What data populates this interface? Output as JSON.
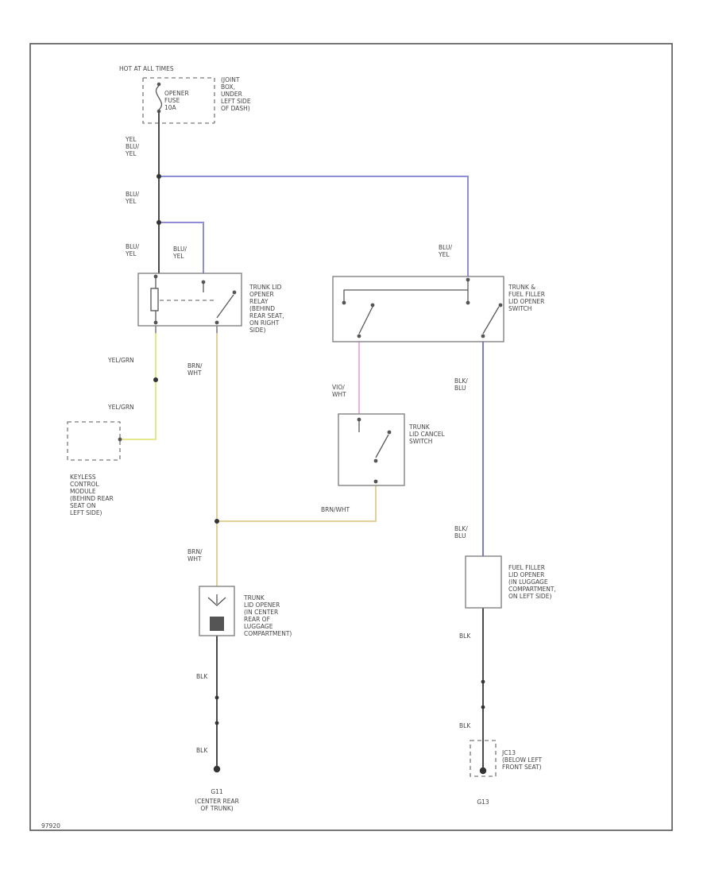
{
  "diagram_id": "97920",
  "colors": {
    "frame": "#555555",
    "wire_black": "#4a4a4a",
    "wire_blu_yel": "#8e8ed8",
    "wire_yel_grn": "#e6e68a",
    "wire_brn_wht": "#e2cf9c",
    "wire_vio_wht": "#ebb0e8",
    "wire_blk_blu": "#7b7bcf"
  },
  "power": {
    "label": "HOT AT ALL TIMES",
    "fuse": "OPENER\nFUSE\n10A",
    "fuse_location": "(JOINT\nBOX,\nUNDER\nLEFT SIDE\nOF DASH)"
  },
  "wires": {
    "top1": "YEL\nBLU/\nYEL",
    "top2": "BLU/\nYEL",
    "left3": "BLU/\nYEL",
    "relay_in": "BLU/\nYEL",
    "right_top": "BLU/\nYEL",
    "yel_grn1": "YEL/GRN",
    "yel_grn2": "YEL/GRN",
    "brn_wht1": "BRN/\nWHT",
    "vio_wht": "VIO/\nWHT",
    "blk_blu1": "BLK/\nBLU",
    "brn_wht_h": "BRN/WHT",
    "blk_blu2": "BLK/\nBLU",
    "brn_wht2": "BRN/\nWHT",
    "blk_left1": "BLK",
    "blk_left2": "BLK",
    "blk_right1": "BLK",
    "blk_right2": "BLK"
  },
  "components": {
    "relay": "TRUNK LID\nOPENER\nRELAY\n(BEHIND\nREAR SEAT,\nON RIGHT\nSIDE)",
    "opener_switch": "TRUNK &\nFUEL FILLER\nLID OPENER\nSWITCH",
    "keyless": "KEYLESS\nCONTROL\nMODULE\n(BEHIND REAR\nSEAT ON\nLEFT SIDE)",
    "cancel_switch": "TRUNK\nLID CANCEL\nSWITCH",
    "trunk_opener": "TRUNK\nLID OPENER\n(IN CENTER\nREAR OF\nLUGGAGE\nCOMPARTMENT)",
    "fuel_opener": "FUEL FILLER\nLID OPENER\n(IN LUGGAGE\nCOMPARTMENT,\nON LEFT SIDE)",
    "junction": "JC13\n(BELOW LEFT\nFRONT SEAT)"
  },
  "grounds": {
    "left_id": "G11",
    "left_loc": "(CENTER REAR\nOF TRUNK)",
    "right_id": "G13"
  }
}
